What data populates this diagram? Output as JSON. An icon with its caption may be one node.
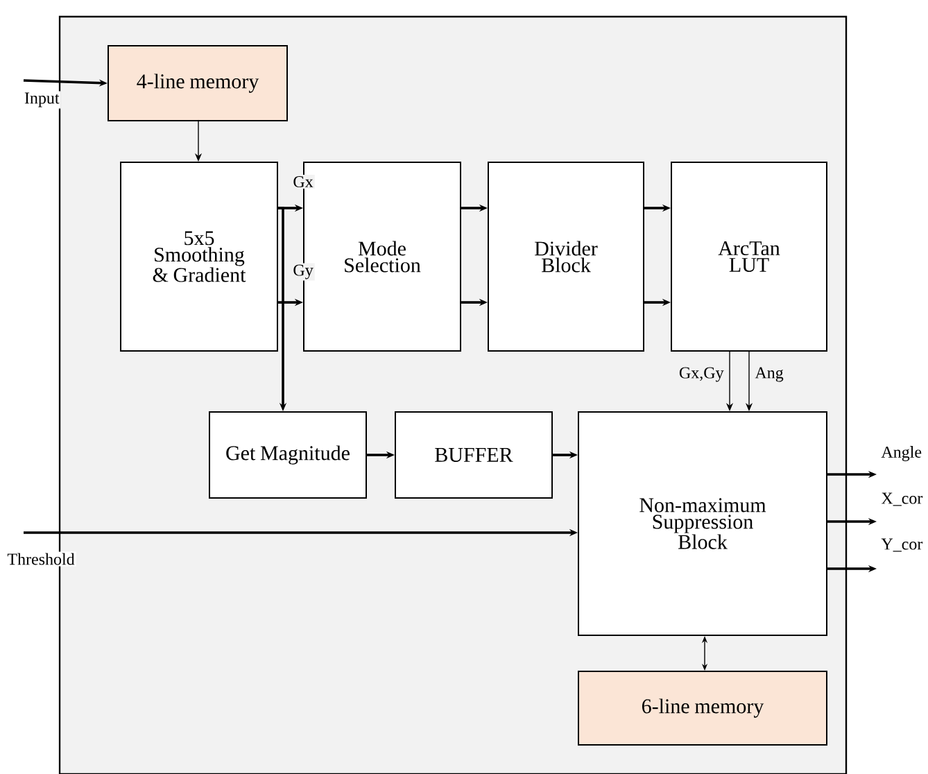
{
  "diagram": {
    "nodes": [
      {
        "text": [],
        "shape": "box"
      },
      {
        "text": [
          "4-line memory"
        ],
        "in": 0
      },
      {
        "text": [
          "5x5 Smoothing & Gradient"
        ],
        "in": 0
      },
      {
        "text": [
          "Mode Selection"
        ],
        "in": 0
      },
      {
        "text": [
          "Divider Block"
        ],
        "in": 0
      },
      {
        "text": [
          "ArcTan LUT"
        ],
        "in": 0
      },
      {
        "text": [
          "Get Magnitude"
        ],
        "in": 0
      },
      {
        "text": [
          "BUFFER"
        ],
        "in": 0
      },
      {
        "text": [
          "Non-maximum Suppression Block"
        ],
        "in": 0
      },
      {
        "text": [
          "6-line memory"
        ],
        "in": 0
      }
    ],
    "edges": [
      {
        "from": null,
        "to": 1,
        "arrow": "to",
        "label": "Input"
      },
      {
        "from": 1,
        "to": 2,
        "arrow": "to"
      },
      {
        "from": 2,
        "to": 3,
        "arrow": "to",
        "label": "Gx"
      },
      {
        "from": 2,
        "to": 3,
        "arrow": "to",
        "label": "Gy"
      },
      {
        "from": 2,
        "to": 6,
        "arrow": "to"
      },
      {
        "from": 3,
        "to": 4,
        "arrow": "to"
      },
      {
        "from": 3,
        "to": 4,
        "arrow": "to"
      },
      {
        "from": 4,
        "to": 5,
        "arrow": "to"
      },
      {
        "from": 4,
        "to": 5,
        "arrow": "to"
      },
      {
        "from": 5,
        "to": 8,
        "arrow": "to",
        "label": "Gx,Gy"
      },
      {
        "from": 5,
        "to": 8,
        "arrow": "to",
        "label": "Ang"
      },
      {
        "from": 6,
        "to": 7,
        "arrow": "to"
      },
      {
        "from": 7,
        "to": 8,
        "arrow": "to"
      },
      {
        "from": null,
        "to": 8,
        "arrow": "to",
        "label": "Threshold"
      },
      {
        "from": 8,
        "to": 9,
        "arrow": "both"
      },
      {
        "from": 8,
        "to": null,
        "arrow": "to",
        "label": "Angle"
      },
      {
        "from": 8,
        "to": null,
        "arrow": "to",
        "label": "X_cor"
      },
      {
        "from": 8,
        "to": null,
        "arrow": "to",
        "label": "Y_cor"
      }
    ]
  }
}
